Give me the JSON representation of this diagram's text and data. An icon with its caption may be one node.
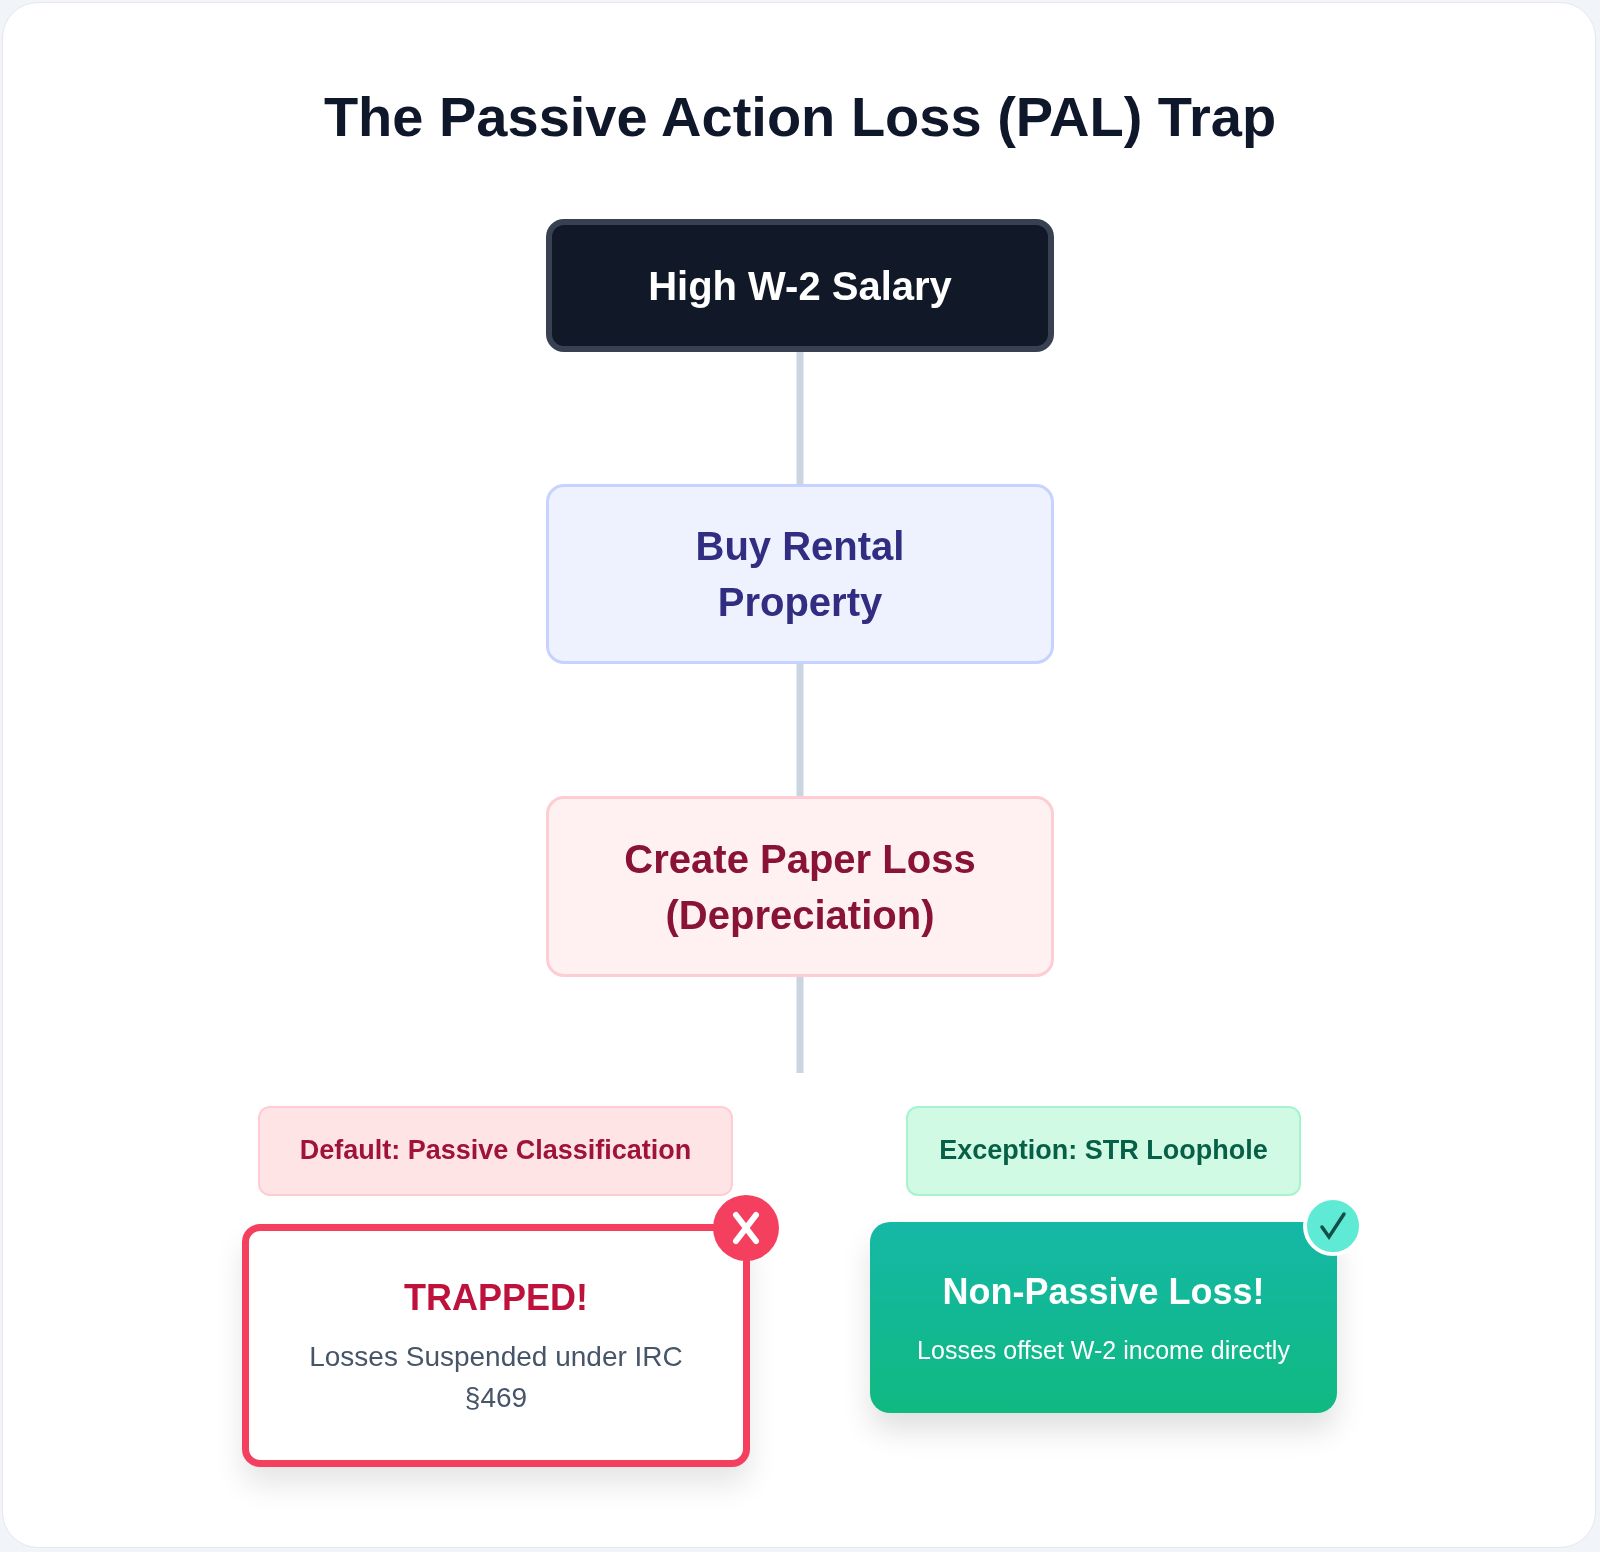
{
  "diagram": {
    "title": "The Passive Action Loss (PAL) Trap",
    "nodes": [
      {
        "text": [
          "High W-2 Salary"
        ]
      },
      {
        "text": [
          "Buy Rental Property"
        ]
      },
      {
        "text": [
          "Create Paper Loss (Depreciation)"
        ]
      },
      {
        "text": [
          "Default: Passive Classification"
        ]
      },
      {
        "text": [
          "TRAPPED!",
          "Losses Suspended under IRC §469"
        ]
      },
      {
        "text": [
          "Exception: STR Loophole"
        ]
      },
      {
        "text": [
          "Non-Passive Loss!",
          "Losses offset W-2 income directly"
        ]
      }
    ],
    "edges": [
      {
        "from": 0,
        "to": 1,
        "arrow": "none"
      },
      {
        "from": 1,
        "to": 2,
        "arrow": "none"
      },
      {
        "from": 2,
        "to": null,
        "arrow": "none"
      }
    ]
  }
}
